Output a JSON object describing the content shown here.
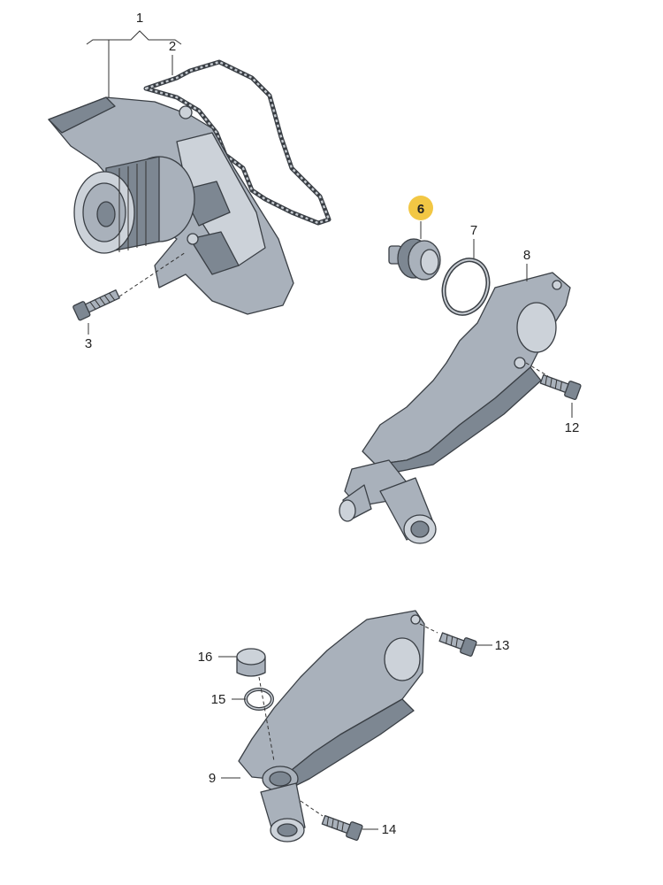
{
  "callouts": [
    {
      "id": "1",
      "label": "1",
      "highlight": false
    },
    {
      "id": "2",
      "label": "2",
      "highlight": false
    },
    {
      "id": "3",
      "label": "3",
      "highlight": false
    },
    {
      "id": "6",
      "label": "6",
      "highlight": true
    },
    {
      "id": "7",
      "label": "7",
      "highlight": false
    },
    {
      "id": "8",
      "label": "8",
      "highlight": false
    },
    {
      "id": "12",
      "label": "12",
      "highlight": false
    },
    {
      "id": "16",
      "label": "16",
      "highlight": false
    },
    {
      "id": "13",
      "label": "13",
      "highlight": false
    },
    {
      "id": "15",
      "label": "15",
      "highlight": false
    },
    {
      "id": "9",
      "label": "9",
      "highlight": false
    },
    {
      "id": "14",
      "label": "14",
      "highlight": false
    }
  ],
  "colors": {
    "highlight": "#f2c744",
    "metal": "#a9b1bb",
    "outline": "#3a3f45"
  }
}
